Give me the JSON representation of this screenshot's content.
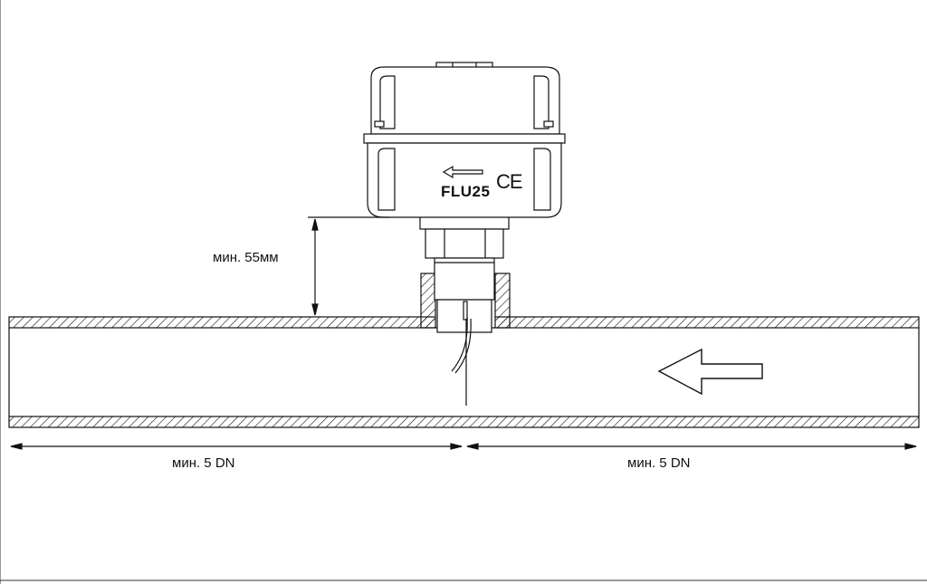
{
  "device": {
    "model": "FLU25",
    "mark": "CE",
    "flow_arrow_icon": "arrow-left-icon"
  },
  "dimensions": {
    "min_height": "мин. 55мм",
    "min_upstream": "мин. 5 DN",
    "min_downstream": "мин. 5 DN"
  },
  "pipe": {
    "flow_direction": "left",
    "flow_arrow_icon": "arrow-left-icon"
  },
  "colors": {
    "line": "#111111",
    "hatch": "#111111",
    "background": "#ffffff"
  }
}
